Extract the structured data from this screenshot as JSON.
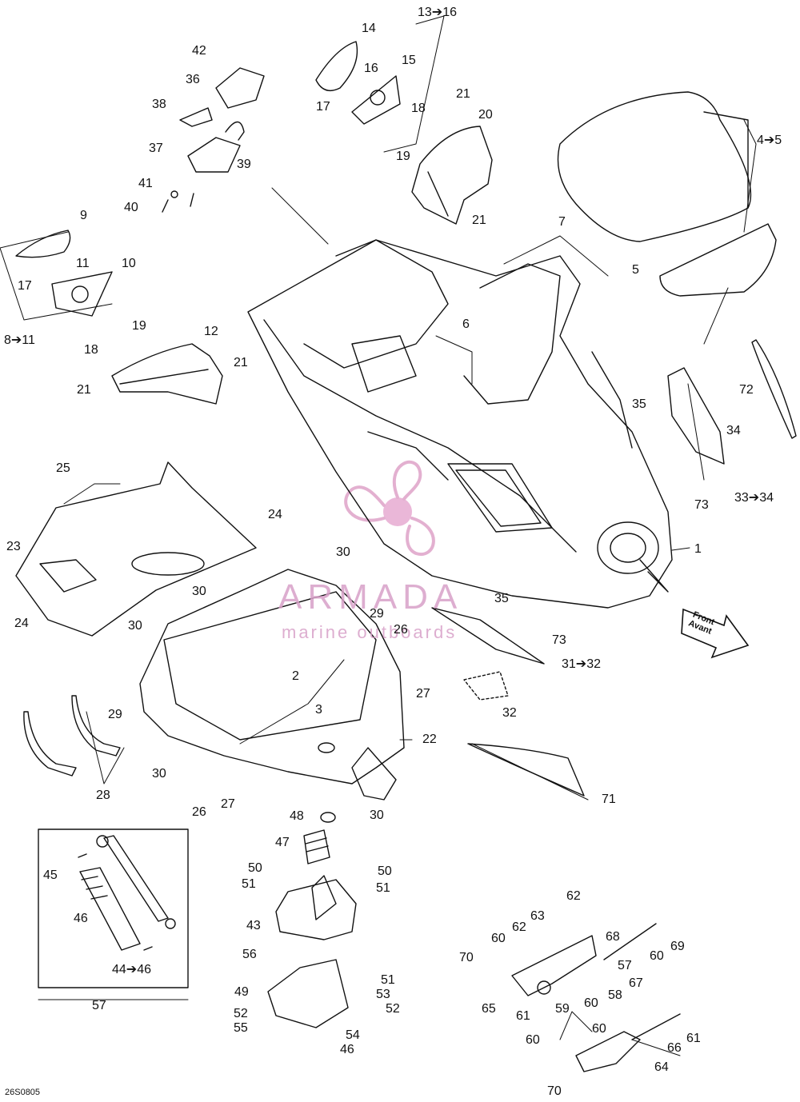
{
  "diagram": {
    "drawing_code": "26S0805",
    "watermark": {
      "brand": "ARMADA",
      "tagline": "marine outboards"
    },
    "front_arrow": {
      "line1": "Front",
      "line2": "Avant"
    },
    "callouts": [
      "13➔16",
      "14",
      "16",
      "15",
      "17",
      "42",
      "36",
      "38",
      "37",
      "39",
      "41",
      "40",
      "9",
      "11",
      "10",
      "17",
      "19",
      "18",
      "8➔11",
      "12",
      "21",
      "21",
      "18",
      "19",
      "21",
      "20",
      "21",
      "4➔5",
      "5",
      "7",
      "6",
      "25",
      "24",
      "23",
      "24",
      "30",
      "30",
      "30",
      "29",
      "35",
      "26",
      "27",
      "2",
      "3",
      "29",
      "22",
      "30",
      "28",
      "26",
      "27",
      "73",
      "31➔32",
      "32",
      "71",
      "1",
      "72",
      "34",
      "35",
      "73",
      "33➔34",
      "48",
      "30",
      "47",
      "50",
      "50",
      "51",
      "51",
      "43",
      "56",
      "49",
      "51",
      "52",
      "53",
      "52",
      "55",
      "54",
      "46",
      "45",
      "46",
      "44➔46",
      "57",
      "62",
      "63",
      "62",
      "60",
      "68",
      "60",
      "69",
      "57",
      "70",
      "60",
      "67",
      "61",
      "58",
      "59",
      "60",
      "65",
      "61",
      "66",
      "60",
      "64",
      "70"
    ]
  }
}
